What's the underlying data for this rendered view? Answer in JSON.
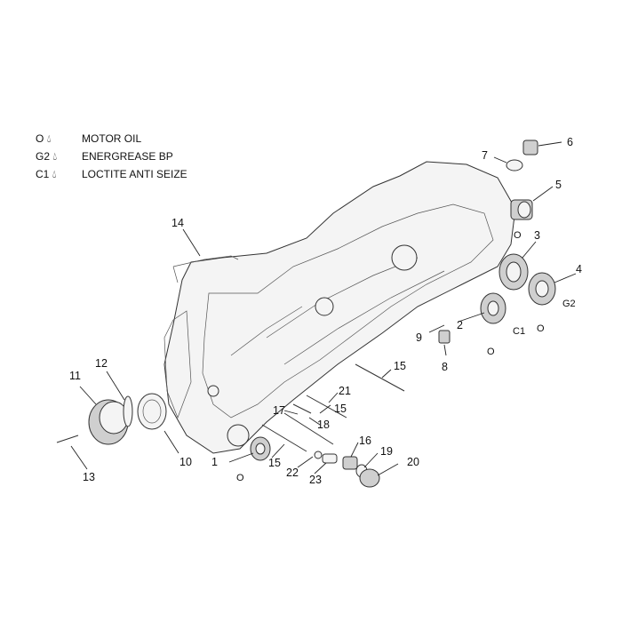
{
  "legend": [
    {
      "symbol": "O",
      "text": "MOTOR OIL"
    },
    {
      "symbol": "G2",
      "text": "ENERGREASE BP"
    },
    {
      "symbol": "C1",
      "text": "LOCTITE ANTI SEIZE"
    }
  ],
  "callouts": [
    "1",
    "2",
    "3",
    "4",
    "5",
    "6",
    "7",
    "8",
    "9",
    "10",
    "11",
    "12",
    "13",
    "14",
    "15",
    "15",
    "15",
    "16",
    "17",
    "18",
    "19",
    "20",
    "21",
    "22",
    "23"
  ],
  "part_symbols": [
    "O",
    "O",
    "G2",
    "C1",
    "O",
    "O"
  ]
}
